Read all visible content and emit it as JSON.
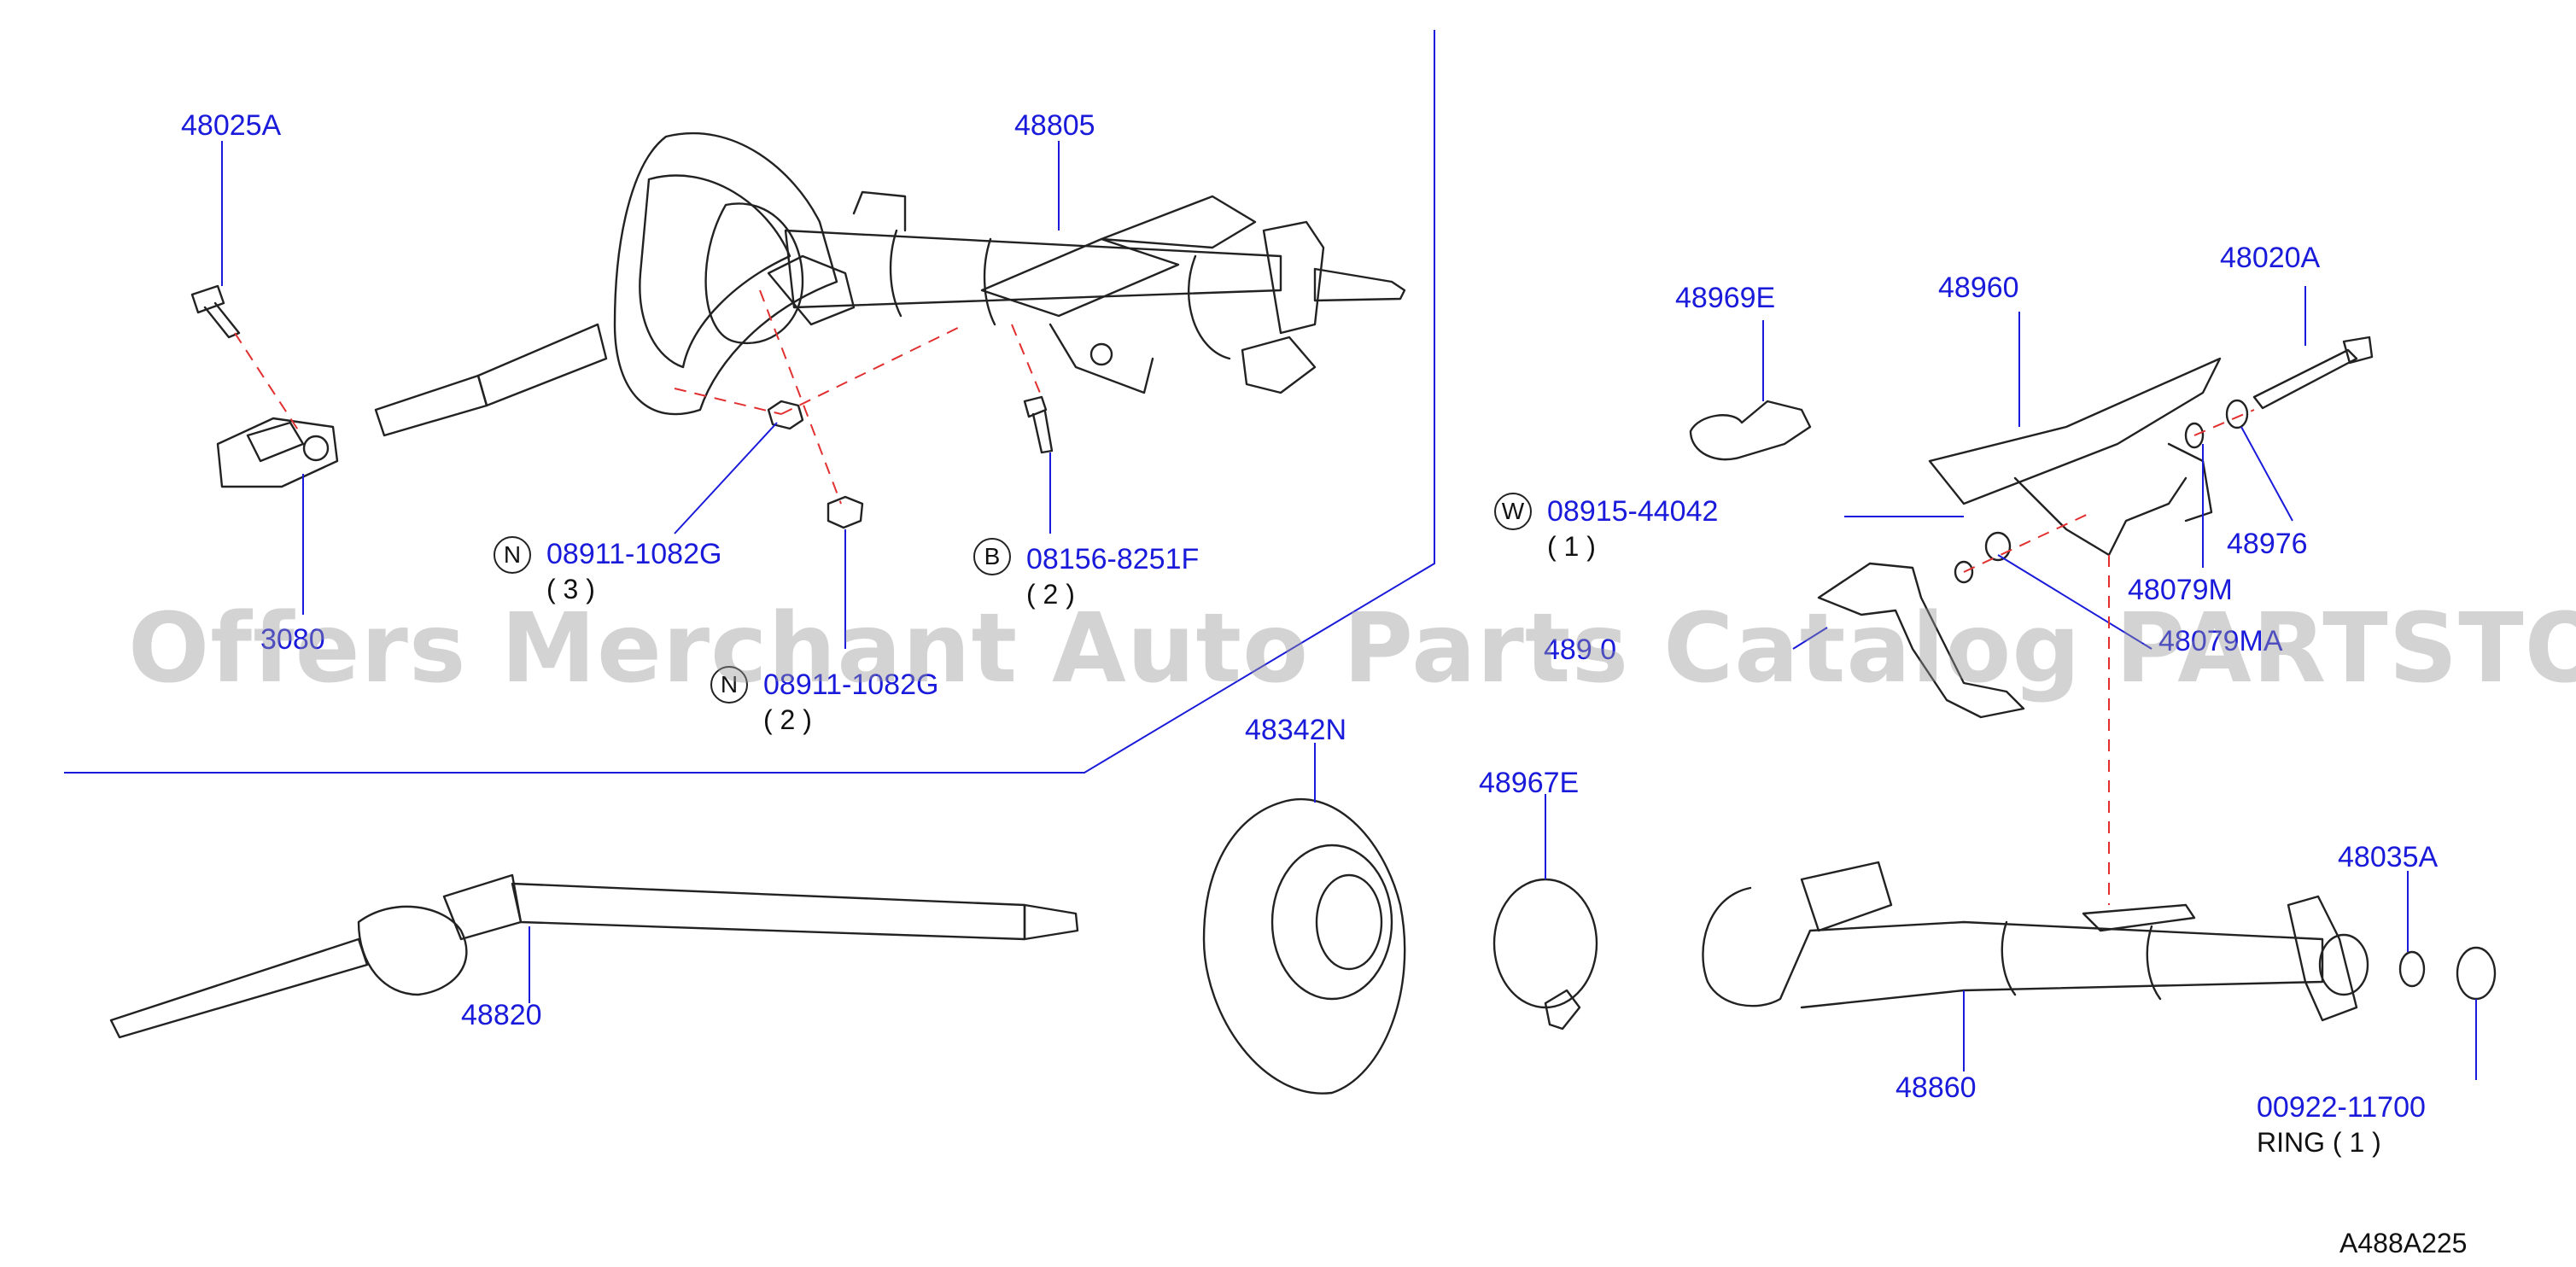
{
  "diagram": {
    "parts": [
      {
        "id": "p-48025a",
        "number": "48025A"
      },
      {
        "id": "p-48805",
        "number": "48805"
      },
      {
        "id": "p-48969e",
        "number": "48969E"
      },
      {
        "id": "p-48960",
        "number": "48960"
      },
      {
        "id": "p-48020a",
        "number": "48020A"
      },
      {
        "id": "p-08915-44042",
        "number": "08915-44042",
        "badge": "W",
        "qty": "( 1 )"
      },
      {
        "id": "p-48976",
        "number": "48976"
      },
      {
        "id": "p-48079m",
        "number": "48079M"
      },
      {
        "id": "p-08911-1082g-a",
        "number": "08911-1082G",
        "badge": "N",
        "qty": "( 3 )"
      },
      {
        "id": "p-08156-8251f",
        "number": "08156-8251F",
        "badge": "B",
        "qty": "( 2 )"
      },
      {
        "id": "p-3080",
        "number": "3080"
      },
      {
        "id": "p-08911-1082g-b",
        "number": "08911-1082G",
        "badge": "N",
        "qty": "( 2 )"
      },
      {
        "id": "p-48910",
        "number": "489 0"
      },
      {
        "id": "p-48079ma",
        "number": "48079MA"
      },
      {
        "id": "p-48342n",
        "number": "48342N"
      },
      {
        "id": "p-48967e",
        "number": "48967E"
      },
      {
        "id": "p-48035a",
        "number": "48035A"
      },
      {
        "id": "p-48820",
        "number": "48820"
      },
      {
        "id": "p-48860",
        "number": "48860"
      },
      {
        "id": "p-00922-11700",
        "number": "00922-11700",
        "note": "RING ( 1 )"
      }
    ],
    "diagram_code": "A488A225",
    "watermark": "Offers Merchant Auto Parts Catalog PARTSTORE.SA"
  },
  "colors": {
    "label": "#1a1adb",
    "dashed_leader": "#e23030",
    "line_art": "#222222"
  }
}
